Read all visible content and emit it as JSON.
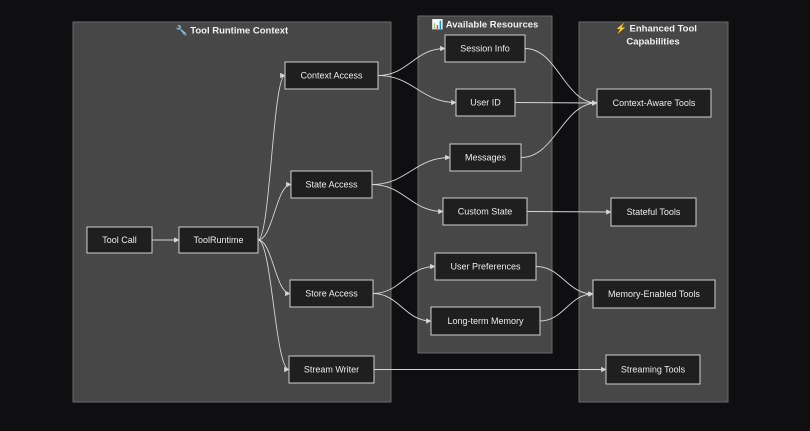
{
  "diagram": {
    "clusters": [
      {
        "id": "runtime",
        "title": "🔧 Tool Runtime Context"
      },
      {
        "id": "resources",
        "title": "📊 Available Resources"
      },
      {
        "id": "capabilities",
        "title": "⚡ Enhanced Tool",
        "title_line2": "Capabilities"
      }
    ],
    "nodes": [
      {
        "id": "tool_call",
        "label": "Tool Call"
      },
      {
        "id": "tool_runtime",
        "label": "ToolRuntime"
      },
      {
        "id": "context_access",
        "label": "Context Access"
      },
      {
        "id": "state_access",
        "label": "State Access"
      },
      {
        "id": "store_access",
        "label": "Store Access"
      },
      {
        "id": "stream_writer",
        "label": "Stream Writer"
      },
      {
        "id": "session_info",
        "label": "Session Info"
      },
      {
        "id": "user_id",
        "label": "User ID"
      },
      {
        "id": "messages",
        "label": "Messages"
      },
      {
        "id": "custom_state",
        "label": "Custom State"
      },
      {
        "id": "user_preferences",
        "label": "User Preferences"
      },
      {
        "id": "long_term_memory",
        "label": "Long-term Memory"
      },
      {
        "id": "context_aware_tools",
        "label": "Context-Aware Tools"
      },
      {
        "id": "stateful_tools",
        "label": "Stateful Tools"
      },
      {
        "id": "memory_enabled_tools",
        "label": "Memory-Enabled Tools"
      },
      {
        "id": "streaming_tools",
        "label": "Streaming Tools"
      }
    ],
    "edges": [
      {
        "from": "tool_call",
        "to": "tool_runtime"
      },
      {
        "from": "tool_runtime",
        "to": "context_access"
      },
      {
        "from": "tool_runtime",
        "to": "state_access"
      },
      {
        "from": "tool_runtime",
        "to": "store_access"
      },
      {
        "from": "tool_runtime",
        "to": "stream_writer"
      },
      {
        "from": "context_access",
        "to": "session_info"
      },
      {
        "from": "context_access",
        "to": "user_id"
      },
      {
        "from": "state_access",
        "to": "messages"
      },
      {
        "from": "state_access",
        "to": "custom_state"
      },
      {
        "from": "store_access",
        "to": "user_preferences"
      },
      {
        "from": "store_access",
        "to": "long_term_memory"
      },
      {
        "from": "session_info",
        "to": "context_aware_tools"
      },
      {
        "from": "user_id",
        "to": "context_aware_tools"
      },
      {
        "from": "messages",
        "to": "context_aware_tools"
      },
      {
        "from": "custom_state",
        "to": "stateful_tools"
      },
      {
        "from": "user_preferences",
        "to": "memory_enabled_tools"
      },
      {
        "from": "long_term_memory",
        "to": "memory_enabled_tools"
      },
      {
        "from": "stream_writer",
        "to": "streaming_tools"
      }
    ]
  }
}
